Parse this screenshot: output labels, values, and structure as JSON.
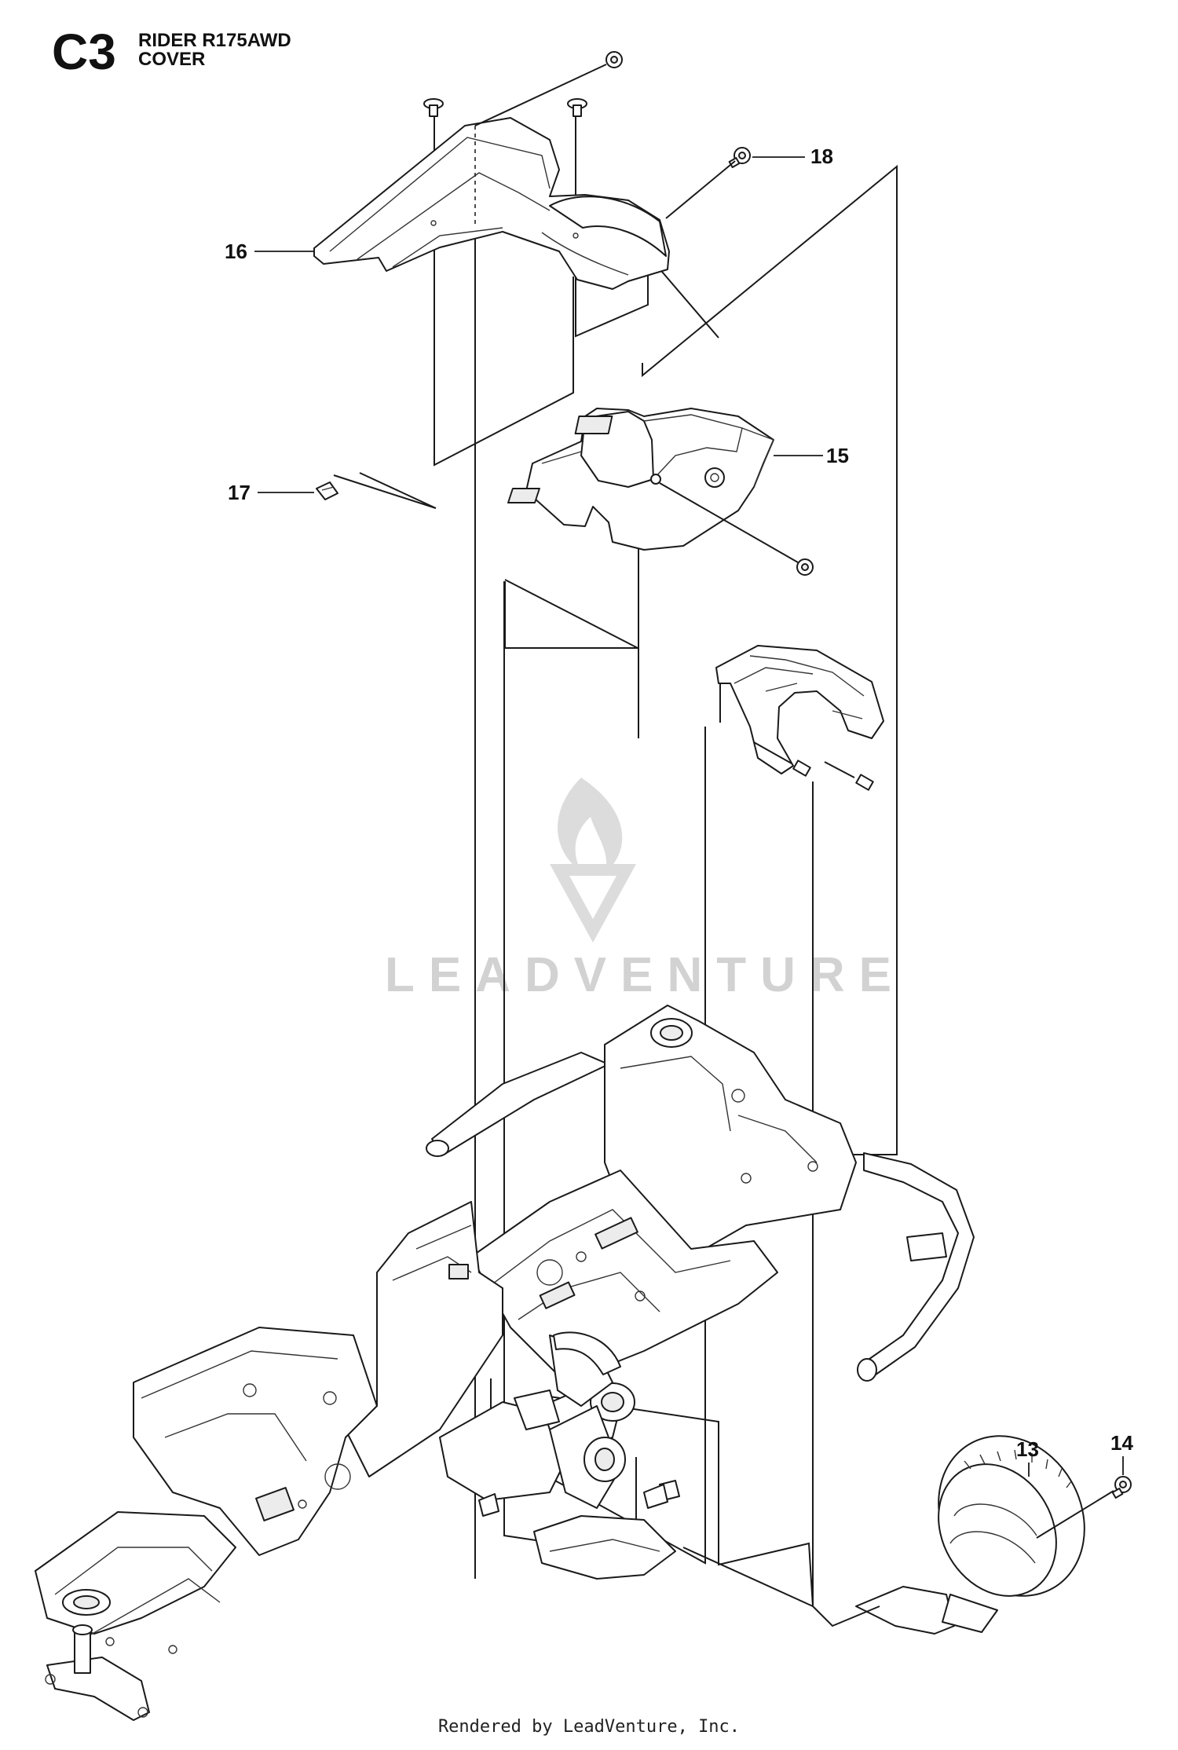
{
  "header": {
    "section_code": "C3",
    "model_line": "RIDER R175AWD",
    "subtitle": "COVER"
  },
  "callouts": [
    {
      "id": "13",
      "label": "13"
    },
    {
      "id": "14",
      "label": "14"
    },
    {
      "id": "15",
      "label": "15"
    },
    {
      "id": "16",
      "label": "16"
    },
    {
      "id": "17",
      "label": "17"
    },
    {
      "id": "18",
      "label": "18"
    }
  ],
  "watermark": {
    "text": "LEADVENTURE",
    "color": "#d2d2d2"
  },
  "footer": {
    "text": "Rendered by LeadVenture, Inc."
  }
}
